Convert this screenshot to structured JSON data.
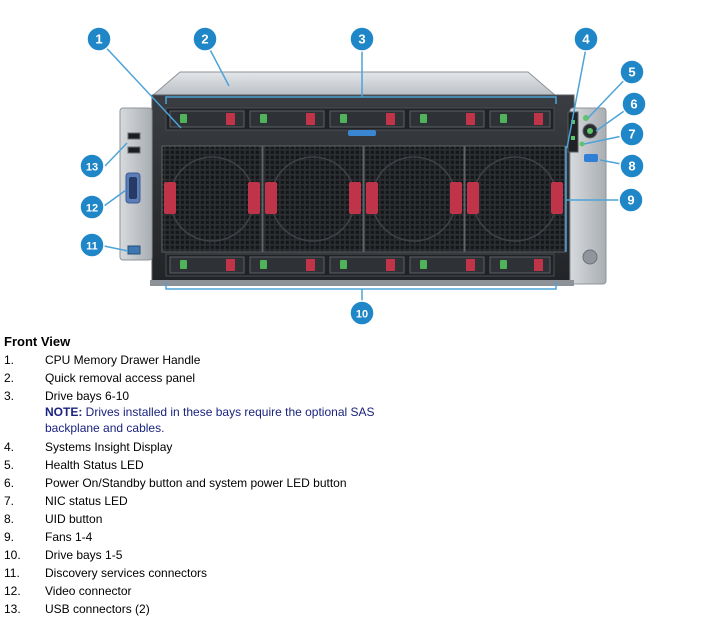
{
  "diagram": {
    "callouts": [
      "1",
      "2",
      "3",
      "4",
      "5",
      "6",
      "7",
      "8",
      "9",
      "10",
      "11",
      "12",
      "13"
    ],
    "callout_color": "#1f86c8",
    "leader_color": "#4da3d8",
    "fan_handle_color": "#c0344a"
  },
  "legend": {
    "title": "Front View",
    "items": [
      {
        "num": "1.",
        "text": "CPU Memory Drawer Handle"
      },
      {
        "num": "2.",
        "text": "Quick removal access panel"
      },
      {
        "num": "3.",
        "text": "Drive bays 6-10",
        "note_label": "NOTE:",
        "note_text": " Drives installed in these bays require the optional SAS backplane and cables."
      },
      {
        "num": "4.",
        "text": "Systems Insight Display"
      },
      {
        "num": "5.",
        "text": "Health Status LED"
      },
      {
        "num": "6.",
        "text": "Power On/Standby button and system power LED button"
      },
      {
        "num": "7.",
        "text": "NIC status LED"
      },
      {
        "num": "8.",
        "text": "UID button"
      },
      {
        "num": "9.",
        "text": "Fans 1-4"
      },
      {
        "num": "10.",
        "text": "Drive bays 1-5"
      },
      {
        "num": "11.",
        "text": "Discovery services connectors"
      },
      {
        "num": "12.",
        "text": "Video connector"
      },
      {
        "num": "13.",
        "text": "USB connectors (2)"
      }
    ]
  }
}
